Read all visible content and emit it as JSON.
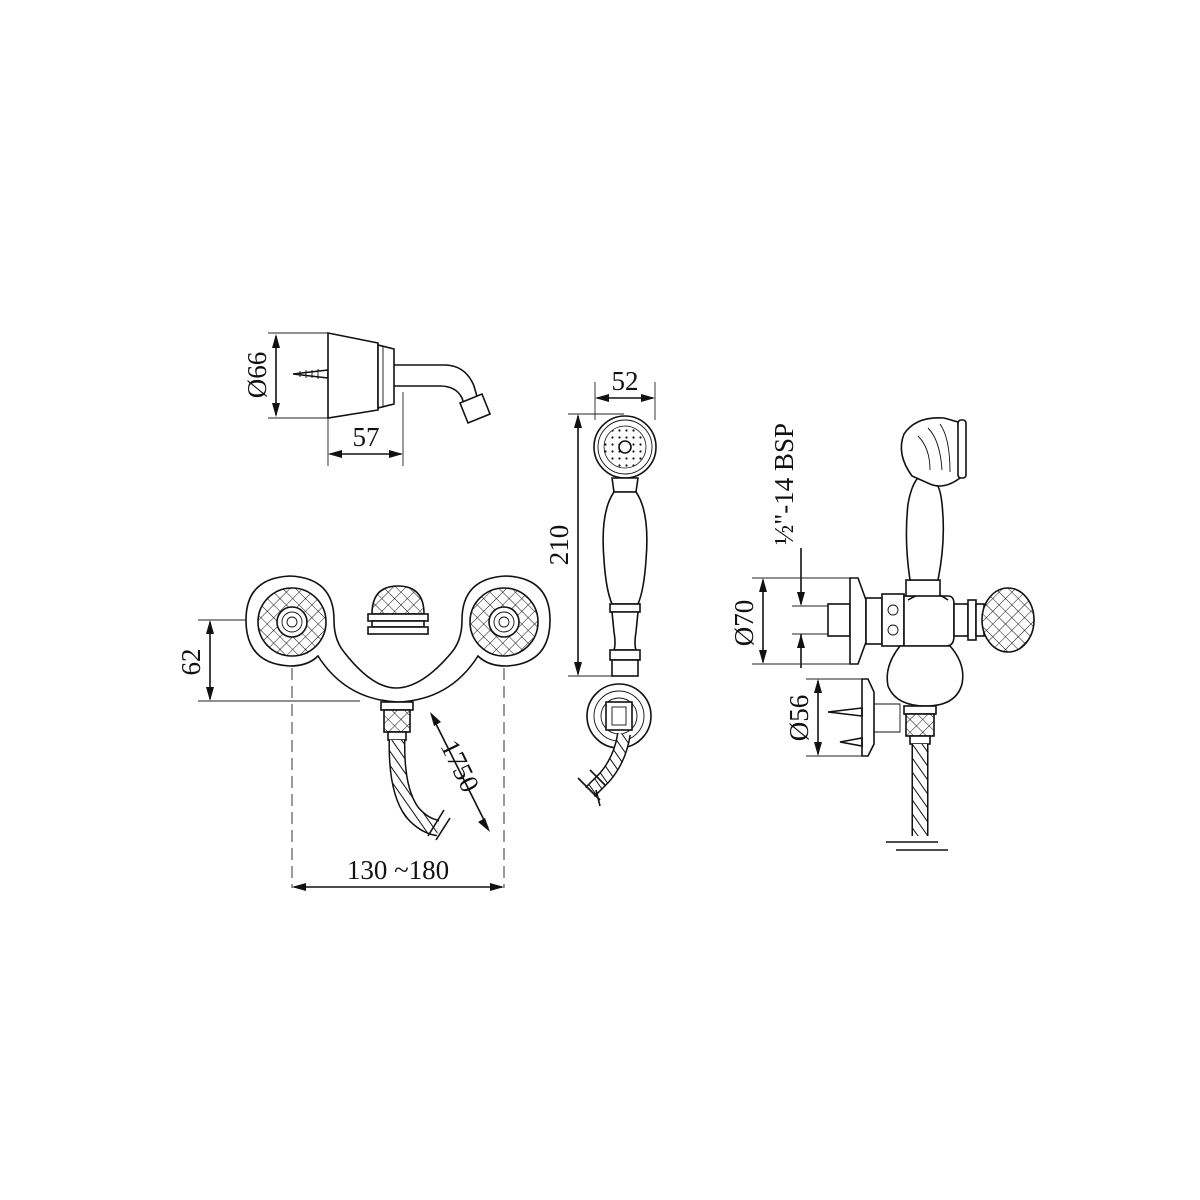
{
  "drawing": {
    "dimensions": {
      "head_diameter": "Ø66",
      "head_depth": "57",
      "handset_width": "52",
      "handset_length": "210",
      "mixer_height": "62",
      "hose_length": "1750",
      "center_distance": "130 ~180",
      "inlet_thread": "½\"-14 BSP",
      "flange_diameter": "Ø70",
      "bracket_diameter": "Ø56"
    },
    "colors": {
      "line": "#111111",
      "background": "#ffffff"
    }
  }
}
